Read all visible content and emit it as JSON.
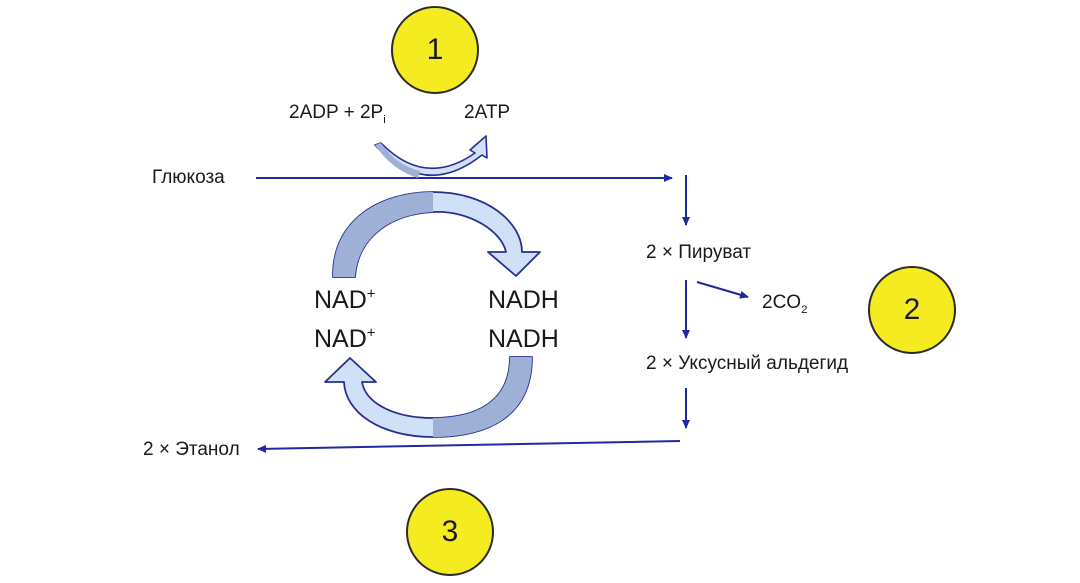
{
  "colors": {
    "arrow_blue": "#1f2aa0",
    "curve_fill_light": "#cfe0f7",
    "curve_fill_dark": "#9fb0d6",
    "curve_stroke": "#2a2f8f",
    "badge_yellow": "#f4ec21"
  },
  "badges": [
    "1",
    "2",
    "3"
  ],
  "labels": {
    "adp": "2ADP + 2P",
    "adp_sub": "i",
    "atp": "2ATP",
    "glucose": "Глюкоза",
    "pyruvate": "2 × Пируват",
    "co2": "2CO",
    "co2_sub": "2",
    "acetaldehyde": "2 × Уксусный альдегид",
    "ethanol": "2 × Этанол",
    "nad_top": "NAD",
    "nad_top_sup": "+",
    "nad_bottom": "NAD",
    "nad_bottom_sup": "+",
    "nadh_top": "NADH",
    "nadh_bottom": "NADH"
  }
}
